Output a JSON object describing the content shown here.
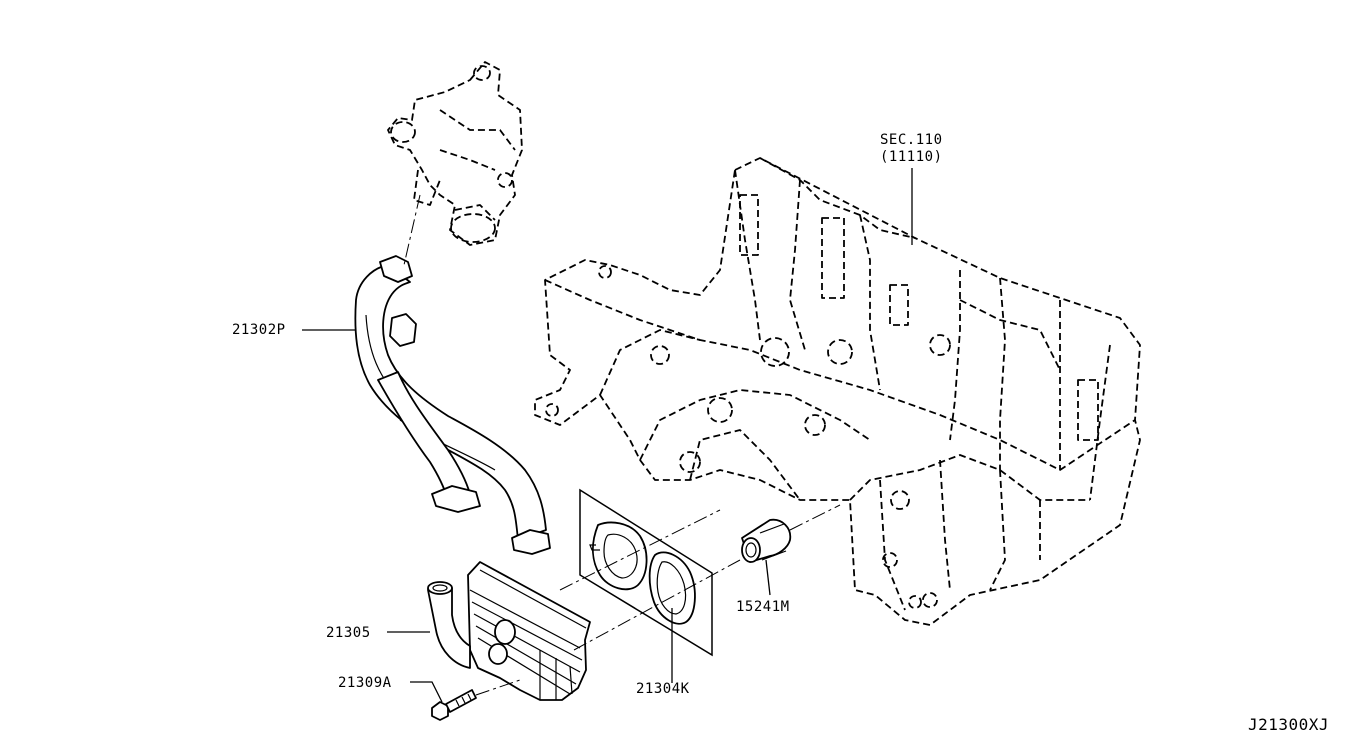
{
  "labels": {
    "sec_ref_line1": "SEC.110",
    "sec_ref_line2": "(11110)",
    "hose": "21302P",
    "oil_cooler": "21305",
    "bolt": "21309A",
    "gasket": "21304K",
    "connector": "15241M",
    "diagram_id": "J21300XJ"
  }
}
